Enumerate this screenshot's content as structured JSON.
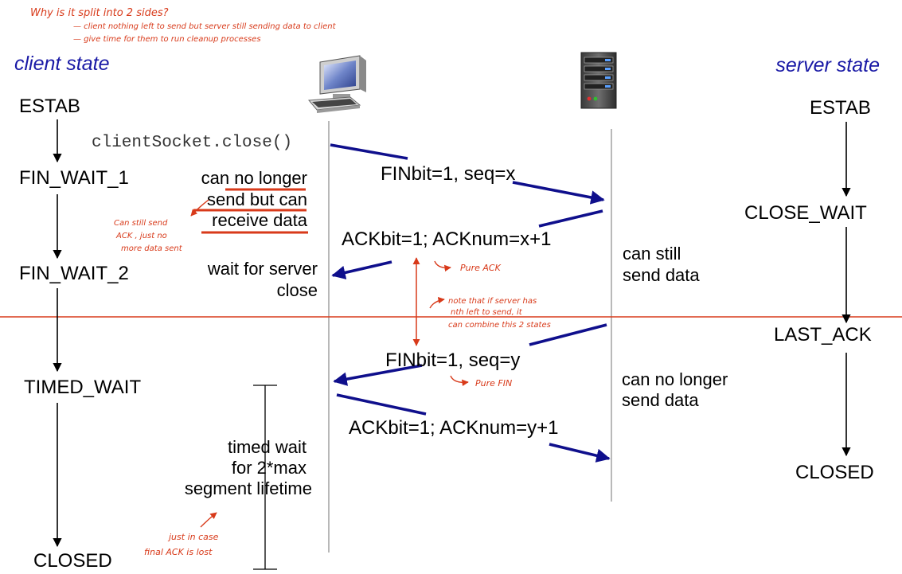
{
  "colors": {
    "ink": "#000000",
    "arrow": "#0f0f8c",
    "state_heading": "#1a1aa6",
    "annotation": "#d83a1a",
    "timeline": "#8a8a8a"
  },
  "icons": {
    "client": "desktop-computer-icon",
    "server": "server-tower-icon"
  },
  "headings": {
    "client": "client state",
    "server": "server state"
  },
  "client_states": {
    "estab": "ESTAB",
    "fin_wait_1": "FIN_WAIT_1",
    "fin_wait_2": "FIN_WAIT_2",
    "timed_wait": "TIMED_WAIT",
    "closed": "CLOSED"
  },
  "server_states": {
    "estab": "ESTAB",
    "close_wait": "CLOSE_WAIT",
    "last_ack": "LAST_ACK",
    "closed": "CLOSED"
  },
  "call": "clientSocket.close()",
  "messages": {
    "fin_client": "FINbit=1, seq=x",
    "ack_server": "ACKbit=1; ACKnum=x+1",
    "fin_server": "FINbit=1, seq=y",
    "ack_client": "ACKbit=1; ACKnum=y+1"
  },
  "client_notes": {
    "no_longer_send": [
      "can no longer",
      "send but can",
      "receive data"
    ],
    "wait_for_server": [
      "wait for server",
      "close"
    ],
    "timed_wait": [
      "timed wait",
      "for 2*max",
      "segment lifetime"
    ]
  },
  "server_notes": {
    "can_still_send": [
      "can still",
      "send data"
    ],
    "no_longer_send": [
      "can no longer",
      "send data"
    ]
  },
  "annotations": {
    "why_split": [
      "Why is it split into 2 sides?",
      "— client nothing left to send but server still sending data to client",
      "— give time for them to run cleanup processes"
    ],
    "can_still_send_ack": [
      "Can still send",
      "ACK , just no",
      "more data sent"
    ],
    "pure_ack": "Pure ACK",
    "combine_states": [
      "note that if server has",
      "nth left to send, it",
      "can combine this 2 states"
    ],
    "pure_fin": "Pure FIN",
    "just_in_case": [
      "just in case",
      "final ACK is lost"
    ]
  }
}
